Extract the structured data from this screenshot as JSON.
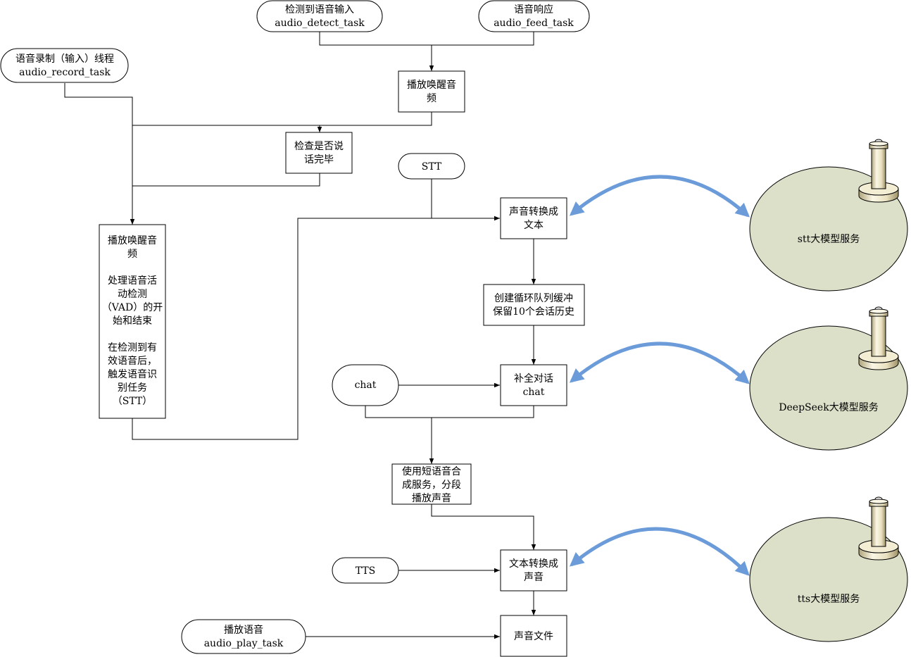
{
  "nodes": {
    "record_task": [
      "语音录制（输入）线程",
      "audio_record_task"
    ],
    "detect_task": [
      "检测到语音输入",
      "audio_detect_task"
    ],
    "feed_task": [
      "语音响应",
      "audio_feed_task"
    ],
    "play_wake_top": [
      "播放唤醒音",
      "频"
    ],
    "check_speech": [
      "检查是否说",
      "话完毕"
    ],
    "vad_box": [
      "播放唤醒音",
      "频",
      "",
      "处理语音活",
      "动检测",
      "（VAD）的开",
      "始和结束",
      "",
      "在检测到有",
      "效语音后，",
      "触发语音识",
      "别任务",
      "（STT）"
    ],
    "stt_term": [
      "STT"
    ],
    "speech_to_text": [
      "声音转换成",
      "文本"
    ],
    "ring_buffer": [
      "创建循环队列缓冲",
      "保留10个会话历史"
    ],
    "chat_term": [
      "chat"
    ],
    "complete_chat": [
      "补全对话",
      "chat"
    ],
    "short_tts": [
      "使用短语音合",
      "成服务，分段",
      "播放声音"
    ],
    "tts_term": [
      "TTS"
    ],
    "text_to_speech": [
      "文本转换成",
      "声音"
    ],
    "play_task": [
      "播放语音",
      "audio_play_task"
    ],
    "audio_file": [
      "声音文件"
    ]
  },
  "services": {
    "stt": "stt大模型服务",
    "deepseek": "DeepSeek大模型服务",
    "tts": "tts大模型服务"
  },
  "colors": {
    "service_fill": "#dde0c8",
    "link_arrow": "#6b9bd8",
    "server_icon": "#ede6c9"
  },
  "icons": {
    "server": "database-server-icon"
  }
}
